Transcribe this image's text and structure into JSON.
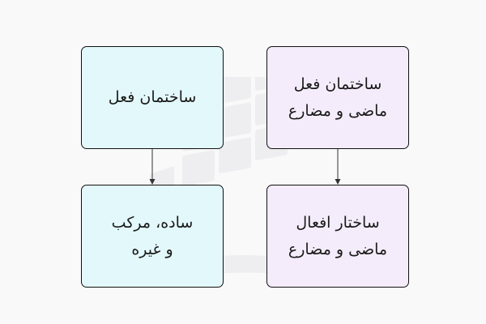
{
  "diagram": {
    "nodes": [
      {
        "id": "left-top",
        "label": "ساختمان فعل"
      },
      {
        "id": "left-bottom",
        "label": "ساده، مرکب\nو غیره"
      },
      {
        "id": "right-top",
        "label": "ساختمان فعل\nماضی و مضارع"
      },
      {
        "id": "right-bottom",
        "label": "ساختار افعال\nماضی و مضارع"
      }
    ],
    "edges": [
      {
        "from": "left-top",
        "to": "left-bottom"
      },
      {
        "from": "right-top",
        "to": "right-bottom"
      }
    ],
    "colors": {
      "left_fill": "#e3f8fa",
      "right_fill": "#f4ecfa",
      "border": "#111111",
      "background": "#f9f9f9"
    }
  }
}
